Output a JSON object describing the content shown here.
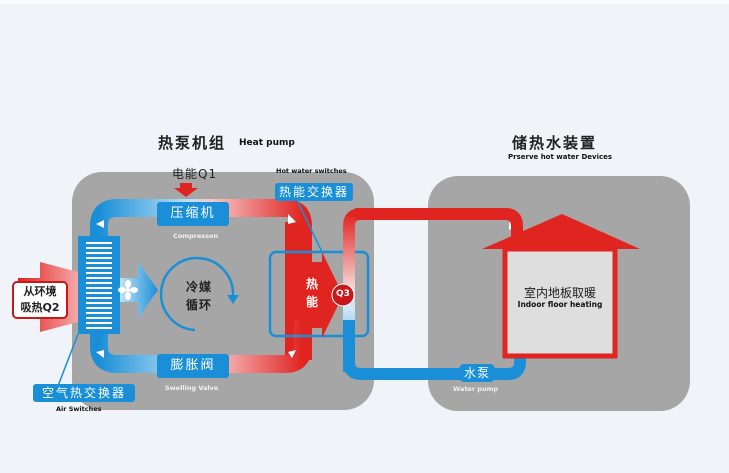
{
  "heat_pump": {
    "title_cn": "热泵机组",
    "title_en": "Heat pump",
    "energy_input": "电能Q1",
    "compressor": {
      "label_cn": "压缩机",
      "label_en": "Compresson"
    },
    "expansion_valve": {
      "label_cn": "膨胀阀",
      "label_en": "Swelling Valve"
    },
    "air_exchanger": {
      "label_cn": "空气热交换器",
      "label_en": "Air Switches"
    },
    "hot_water_exchanger": {
      "label_cn": "热能交换器",
      "label_en": "Hot water switches"
    },
    "refrigerant_cycle": {
      "line1": "冷媒",
      "line2": "循环"
    },
    "ambient_heat": {
      "line1": "从环境",
      "line2": "吸热Q2"
    },
    "heat_energy": {
      "char1": "热",
      "char2": "能"
    },
    "q3_label": "Q3"
  },
  "storage": {
    "title_cn": "储热水装置",
    "title_en": "Prserve hot water Devices",
    "floor_heating": {
      "label_cn": "室内地板取暖",
      "label_en": "Indoor floor heating"
    },
    "water_pump": {
      "label_cn": "水泵",
      "label_en": "Water pump"
    }
  },
  "colors": {
    "background": "#f0f4f8",
    "panel_gray": "#a6a6a6",
    "hot_red": "#e02420",
    "cold_blue": "#1a8fd8"
  }
}
